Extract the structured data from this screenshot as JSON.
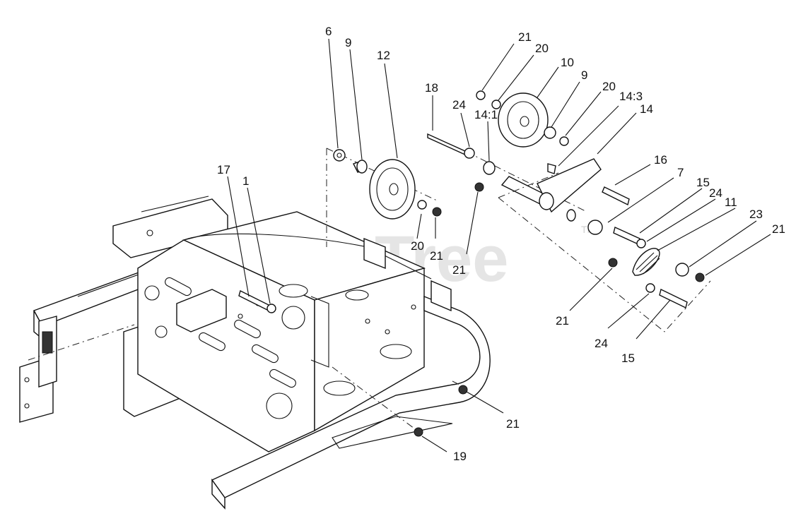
{
  "watermark": {
    "text": "PartsTree",
    "mark": "TM"
  },
  "callouts": {
    "c6": "6",
    "c9a": "9",
    "c12": "12",
    "c17": "17",
    "c1": "1",
    "c18": "18",
    "c24a": "24",
    "c14_1": "14:1",
    "c21a": "21",
    "c20a": "20",
    "c10": "10",
    "c9b": "9",
    "c20b": "20",
    "c14_3": "14:3",
    "c14": "14",
    "c16": "16",
    "c7": "7",
    "c15a": "15",
    "c24b": "24",
    "c11": "11",
    "c23": "23",
    "c21b": "21",
    "c20c": "20",
    "c21c": "21",
    "c21d": "21",
    "c21e": "21",
    "c24c": "24",
    "c15b": "15",
    "c21f": "21",
    "c19": "19"
  }
}
